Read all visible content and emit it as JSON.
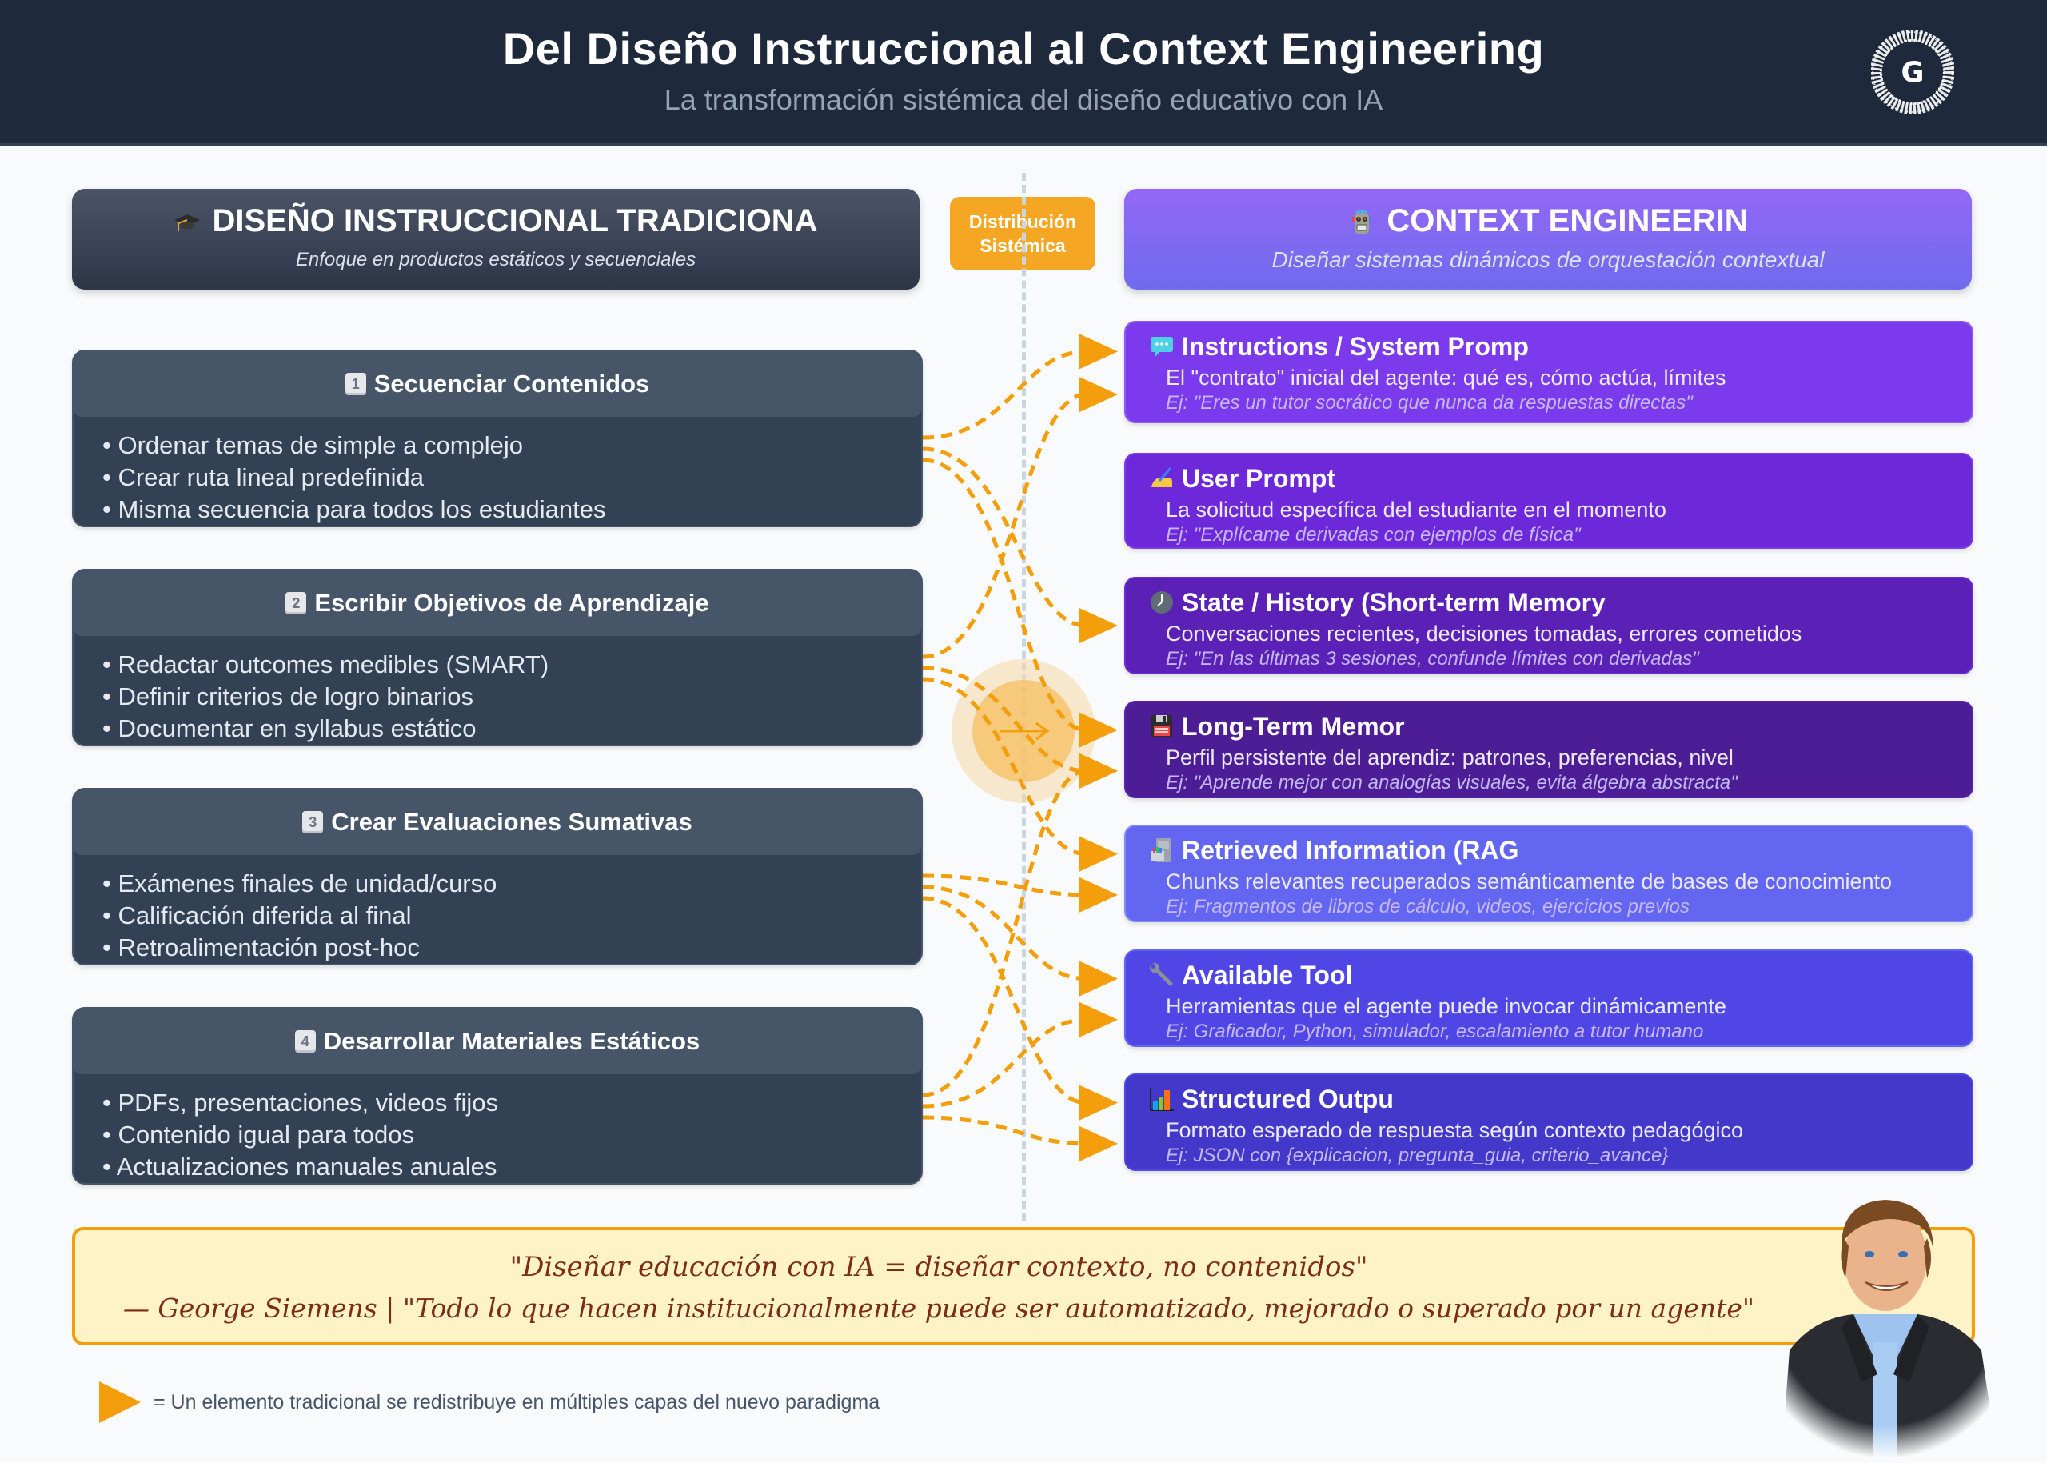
{
  "header": {
    "title": "Del Diseño Instruccional al Context Engineering",
    "subtitle": "La transformación sistémica del diseño educativo con IA",
    "logo_icon": "network-globe-logo-icon"
  },
  "left_column": {
    "title": "DISEÑO INSTRUCCIONAL TRADICIONA",
    "icon": "graduation-cap-icon",
    "subtitle": "Enfoque en productos estáticos y secuenciales",
    "items": [
      {
        "number": "1",
        "title": "Secuenciar Contenidos",
        "bullets": [
          "Ordenar temas de simple a complejo",
          "Crear ruta lineal predefinida",
          "Misma secuencia para todos los estudiantes"
        ]
      },
      {
        "number": "2",
        "title": "Escribir Objetivos de Aprendizaje",
        "bullets": [
          "Redactar outcomes medibles (SMART)",
          "Definir criterios de logro binarios",
          "Documentar en syllabus estático"
        ]
      },
      {
        "number": "3",
        "title": "Crear Evaluaciones Sumativas",
        "bullets": [
          "Exámenes finales de unidad/curso",
          "Calificación diferida al final",
          "Retroalimentación post-hoc"
        ]
      },
      {
        "number": "4",
        "title": "Desarrollar Materiales Estáticos",
        "bullets": [
          "PDFs, presentaciones, videos fijos",
          "Contenido igual para todos",
          "Actualizaciones manuales anuales"
        ]
      }
    ]
  },
  "center": {
    "badge_line1": "Distribución",
    "badge_line2": "Sistémica",
    "hub_icon": "arrow-right-icon"
  },
  "right_column": {
    "title": "CONTEXT ENGINEERIN",
    "icon": "robot-icon",
    "subtitle": "Diseñar sistemas dinámicos de orquestación contextual",
    "items": [
      {
        "icon": "speech-bubble-icon",
        "title": "Instructions / System Promp",
        "description": "El \"contrato\" inicial del agente: qué es, cómo actúa, límites",
        "example": "Ej: \"Eres un tutor socrático que nunca da respuestas directas\"",
        "color": "#7c3aed"
      },
      {
        "icon": "writing-hand-icon",
        "title": "User Prompt",
        "description": "La solicitud específica del estudiante en el momento",
        "example": "Ej: \"Explícame derivadas con ejemplos de física\"",
        "color": "#6d28d9"
      },
      {
        "icon": "clock-icon",
        "title": "State / History (Short-term Memory",
        "description": "Conversaciones recientes, decisiones tomadas, errores cometidos",
        "example": "Ej: \"En las últimas 3 sesiones, confunde límites con derivadas\"",
        "color": "#5b21b6"
      },
      {
        "icon": "floppy-disk-icon",
        "title": "Long-Term Memor",
        "description": "Perfil persistente del aprendiz: patrones, preferencias, nivel",
        "example": "Ej: \"Aprende mejor con analogías visuales, evita álgebra abstracta\"",
        "color": "#4c1d95"
      },
      {
        "icon": "file-cabinet-icon",
        "title": "Retrieved Information (RAG",
        "description": "Chunks relevantes recuperados semánticamente de bases de conocimiento",
        "example": "Ej: Fragmentos de libros de cálculo, videos, ejercicios previos",
        "color": "#6366f1"
      },
      {
        "icon": "wrench-icon",
        "title": "Available Tool",
        "description": "Herramientas que el agente puede invocar dinámicamente",
        "example": "Ej: Graficador, Python, simulador, escalamiento a tutor humano",
        "color": "#4f46e5"
      },
      {
        "icon": "bar-chart-icon",
        "title": "Structured Outpu",
        "description": "Formato esperado de respuesta según contexto pedagógico",
        "example": "Ej: JSON con {explicacion, pregunta_guia, criterio_avance}",
        "color": "#4338ca"
      }
    ]
  },
  "connections": [
    {
      "from": 1,
      "to": [
        1,
        3,
        4
      ]
    },
    {
      "from": 2,
      "to": [
        1,
        4,
        5
      ]
    },
    {
      "from": 3,
      "to": [
        5,
        6,
        7
      ]
    },
    {
      "from": 4,
      "to": [
        4,
        6,
        7
      ]
    }
  ],
  "quote": {
    "line1": "\"Diseñar educación con IA = diseñar contexto, no contenidos\"",
    "line2": "— George Siemens | \"Todo lo que hacen institucionalmente puede ser automatizado, mejorado o superado por un agente\""
  },
  "legend": {
    "icon": "orange-arrowhead-icon",
    "text": "= Un elemento tradicional se redistribuye en múltiples capas del nuevo paradigma"
  },
  "colors": {
    "accent": "#f59e0b",
    "header_bg": "#1e293b",
    "left_card_bg": "#334155",
    "quote_bg": "#fef3c7"
  }
}
